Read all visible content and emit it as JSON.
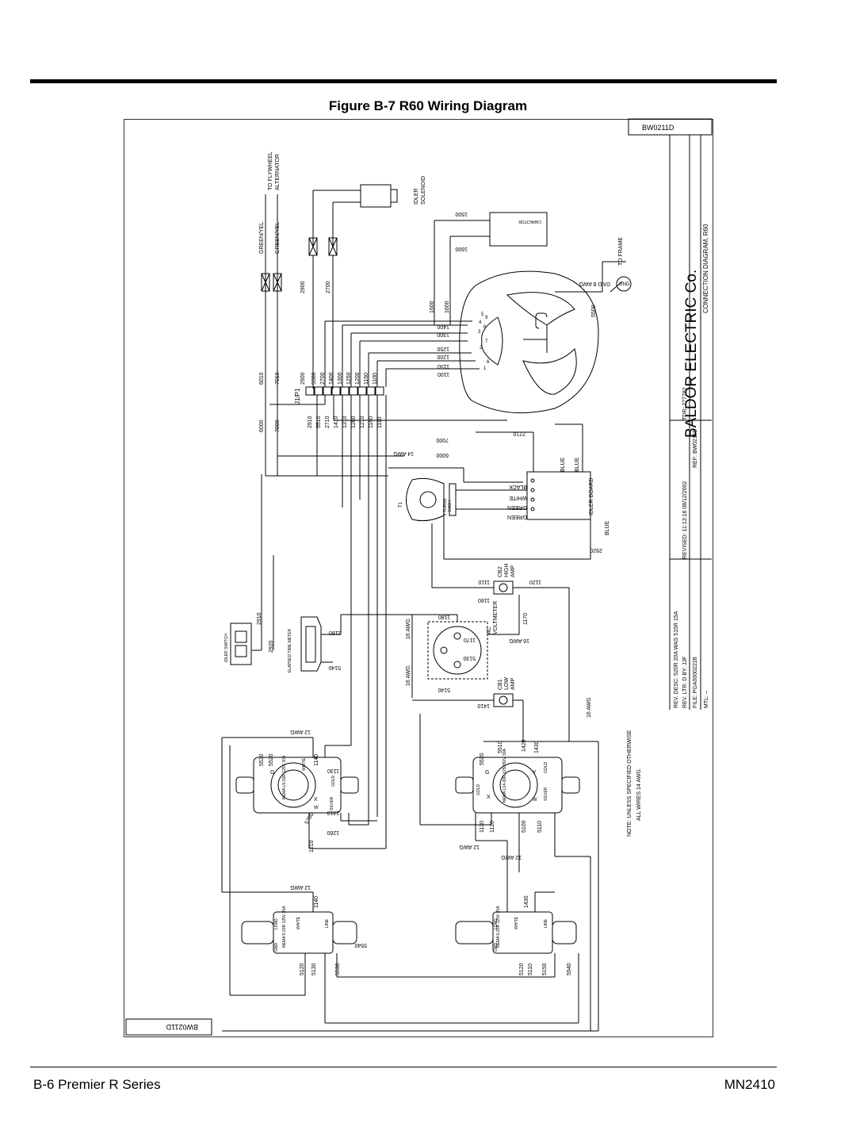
{
  "page": {
    "figure_title": "Figure B-7  R60 Wiring Diagram",
    "footer_left": "B-6 Premier R Series",
    "footer_right": "MN2410"
  },
  "title_block": {
    "drawing_no": "BW0211D",
    "company": "BALDOR  ELECTRIC  Co.",
    "drawing_title": "CONNECTION  DIAGRAM,  R60",
    "rev_desc": "REV. DESC:  520R  20A  WAS  515R  15A",
    "rev_ltr": "REV. LTR:  D   BY:  JJF",
    "revised": "REVISED:  11:13:16  08/12/2002",
    "tdr": "TDR:  277782",
    "file": "FILE:  PGA00002228",
    "ref": "REF:  BW0211D",
    "mtl": "MTL:  –"
  },
  "note": {
    "line1": "NOTE:  UNLESS  SPECIFIED  OTHERWISE",
    "line2": "ALL  WIRES  14  AWG."
  },
  "components": {
    "to_flywheel": "TO  FLYWHEEL",
    "alternator": "ALTERNATOR",
    "idler_solenoid_1": "IDLER",
    "idler_solenoid_2": "SOLENOID",
    "capacitor": "CAPACITOR",
    "to_frame": "TO  FRAME",
    "gnd": "GND",
    "gnd_wire": "GND  8  AWG",
    "green_yel_1": "GREEN/YEL",
    "green_yel_2": "GREEN/YEL",
    "connector": "J1/P1",
    "idler_board": "IDLER  BOARD",
    "blue_1": "BLUE",
    "blue_2": "BLUE",
    "blue_3": "BLUE",
    "black": "BLACK",
    "white": "WHITE",
    "green_1": "GREEN",
    "green_2": "GREEN",
    "t1": "T1",
    "two_turns": "2  TURNS",
    "each": "EACH",
    "cb2": "CB2",
    "high_amp_1": "HIGH",
    "high_amp_2": "AMP",
    "cb1": "CB1",
    "low_amp_1": "LOW",
    "low_amp_2": "AMP",
    "ac_voltmeter_1": "AC",
    "ac_voltmeter_2": "VOLTMETER",
    "elapsed_time_meter": "ELAPSED  TIME  METER",
    "idler_switch": "IDLER  SWITCH",
    "wire_14awg": "14  AWG",
    "wire_16awg_1": "16  AWG",
    "wire_16awg_2": "16  AWG",
    "wire_16awg_3": "16  AWG",
    "wire_16awg_4": "16  AWG",
    "wire_12awg_1": "12  AWG",
    "wire_12awg_2": "12  AWG",
    "wire_12awg_3": "12  AWG",
    "wire_12awg_4": "12  AWG"
  },
  "wire_numbers": {
    "w1500": "1500",
    "w1600": "1600",
    "w5500": "5500",
    "w6010": "6010",
    "w7010": "7010",
    "w6000": "6000",
    "w7000": "7000",
    "w2900": "2900",
    "w2700": "2700",
    "w2910": "2910",
    "w2710": "2710",
    "w2920": "2920",
    "w1400": "1400",
    "w1300": "1300",
    "w1250": "1250",
    "w1200": "1200",
    "w1150": "1150",
    "w1100": "1100",
    "w5510": "5510",
    "w1410": "1410",
    "w1310": "1310",
    "w1260": "1260",
    "w1210": "1210",
    "w1160": "1160",
    "w1110": "1110",
    "w1120": "1120",
    "w1170": "1170",
    "w1180": "1180",
    "w5130": "5130",
    "w5140": "5140",
    "w5520": "5520",
    "w5530": "5530",
    "w1140": "1140",
    "w1130": "1130",
    "w5100": "5100",
    "w5110": "5110",
    "w1420": "1420",
    "w1430": "1430",
    "w5120": "5120",
    "w5150": "5150",
    "w5540": "5540",
    "w5700": "5700"
  },
  "pin_numbers": [
    "1",
    "2",
    "3",
    "4",
    "5",
    "6",
    "7",
    "8",
    "9"
  ],
  "receptacles": {
    "r1_label": "NEMA L5-30R 125V 30A",
    "r2_label": "NEMA L14-30R 125/250V 30A",
    "r3_label": "NEMA 5-20R 125V 20A",
    "r4_label": "NEMA 5-20R 125V 20A",
    "g": "G",
    "x": "X",
    "y": "Y",
    "w": "W",
    "white": "WHITE",
    "silver": "SILVER",
    "gold": "GOLD",
    "load": "LOAD",
    "line": "LINE",
    "gnd": "GND"
  }
}
